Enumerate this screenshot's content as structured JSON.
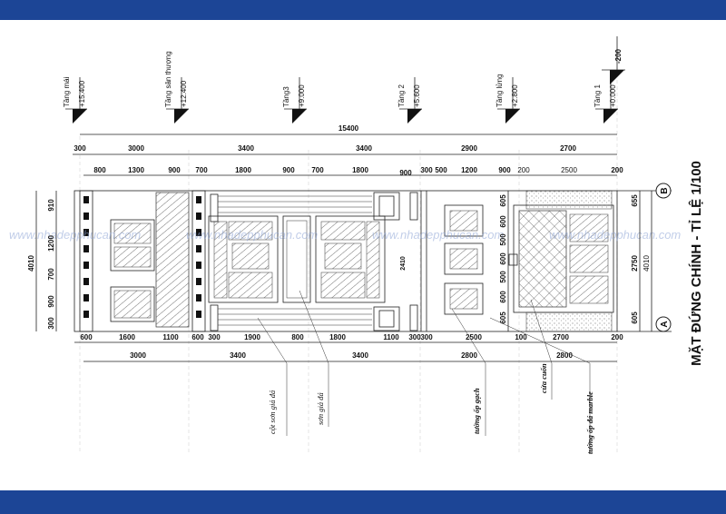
{
  "colors": {
    "frame_bar": "#1c4596",
    "watermark": "#8fa6d6"
  },
  "title": "MẶT ĐỨNG CHÍNH - TỈ LỆ 1/100",
  "watermark": "www.nhadepphucan.com",
  "levels": [
    {
      "name": "Tầng mái",
      "elev": "+15.400"
    },
    {
      "name": "Tầng sân thượng",
      "elev": "+12.400"
    },
    {
      "name": "Tầng3",
      "elev": "+9.000"
    },
    {
      "name": "Tầng 2",
      "elev": "+5.600"
    },
    {
      "name": "Tầng lửng",
      "elev": "+2.800"
    },
    {
      "name": "Tầng 1",
      "elev": "+0.000"
    },
    {
      "name": "",
      "elev": "-200"
    }
  ],
  "top_dims": {
    "total": "15400",
    "row2": [
      "300",
      "3000",
      "3400",
      "3400",
      "2900",
      "2700"
    ],
    "row3": [
      "800",
      "1300",
      "900",
      "700",
      "1800",
      "900",
      "700",
      "1800",
      "900",
      "300",
      "500",
      "1200",
      "900",
      "200",
      "2500",
      "200"
    ]
  },
  "bottom_dims": {
    "row1": [
      "600",
      "1600",
      "1100",
      "600",
      "300",
      "1900",
      "800",
      "1800",
      "1100",
      "300",
      "300",
      "2500",
      "100",
      "2700",
      "200"
    ],
    "row2": [
      "3000",
      "3400",
      "3400",
      "2800",
      "2800"
    ]
  },
  "left_dims": {
    "total": "4010",
    "parts": [
      "910",
      "1200",
      "700",
      "900",
      "300"
    ]
  },
  "right_dims": {
    "inner": [
      "605",
      "600",
      "500",
      "600",
      "500",
      "600",
      "605"
    ],
    "outer": [
      "655",
      "2750",
      "605"
    ],
    "total": "4010",
    "mid": "2410"
  },
  "axes": [
    "B",
    "A"
  ],
  "notes": [
    "cột sơn giả đá",
    "sơn giả đá",
    "tường ốp gạch",
    "cửa cuốn",
    "tường ốp đá marble"
  ]
}
